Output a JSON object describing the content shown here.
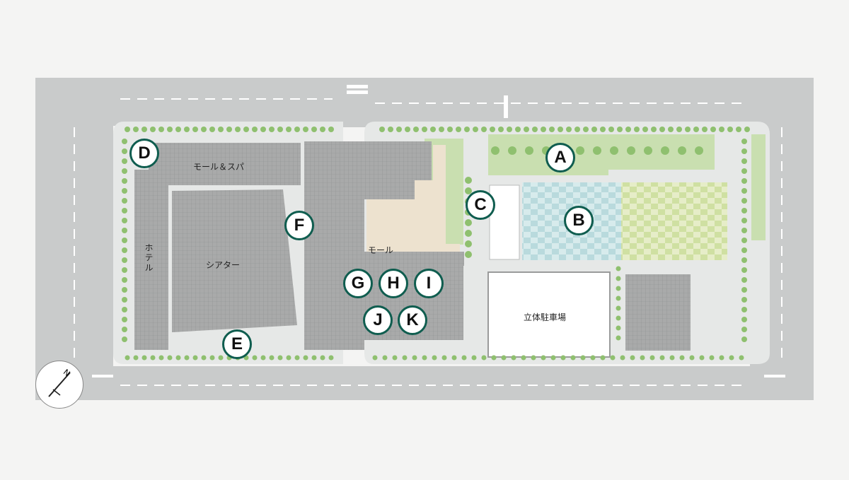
{
  "colors": {
    "background": "#f4f4f3",
    "road": "#c9cbcb",
    "site": "#e6e8e7",
    "building": "#a8a9a9",
    "garden": "#c9dfb0",
    "tree": "#8fc06f",
    "water": "#c6e2e3",
    "mall_floor": "#ede2cf",
    "marker_ring": "#0f5d4f"
  },
  "labels": {
    "mall_spa": "モール＆スパ",
    "hotel": "ホテル",
    "theater": "シアター",
    "mall": "モール",
    "parking": "立体駐車場"
  },
  "compass": {
    "north": "N",
    "icon": "compass-icon"
  },
  "markers": [
    "A",
    "B",
    "C",
    "D",
    "E",
    "F",
    "G",
    "H",
    "I",
    "J",
    "K"
  ]
}
